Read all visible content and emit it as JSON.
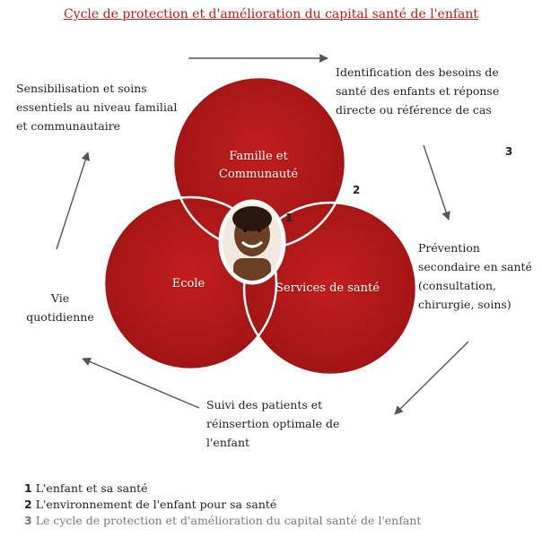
{
  "title": "Cycle de protection et d'amélioration du capital santé de l'enfant",
  "circles": {
    "famille": "Famille et Communauté",
    "ecole": "Ecole",
    "services": "Services de santé"
  },
  "center_photo": "child-portrait",
  "markers": {
    "n1": "1",
    "n2": "2",
    "n3": "3"
  },
  "cycle_labels": {
    "sensibilisation": "Sensibilisation et soins essentiels au niveau familial et communautaire",
    "identification": "Identification des besoins de santé des enfants et réponse directe ou référence de cas",
    "prevention": "Prévention secondaire en santé (consultation, chirurgie, soins)",
    "suivi": "Suivi des patients et réinsertion optimale de l'enfant",
    "vie": "Vie quotidienne"
  },
  "legend": [
    {
      "num": "1",
      "text": "L'enfant et sa santé"
    },
    {
      "num": "2",
      "text": "L'environnement de l'enfant pour sa santé"
    },
    {
      "num": "3",
      "text": "Le cycle de protection et d'amélioration du capital santé de l'enfant"
    }
  ],
  "colors": {
    "circle_fill": "#b01a1a",
    "circle_border": "#ffffff",
    "title": "#b0201c",
    "arrow": "#555555"
  }
}
